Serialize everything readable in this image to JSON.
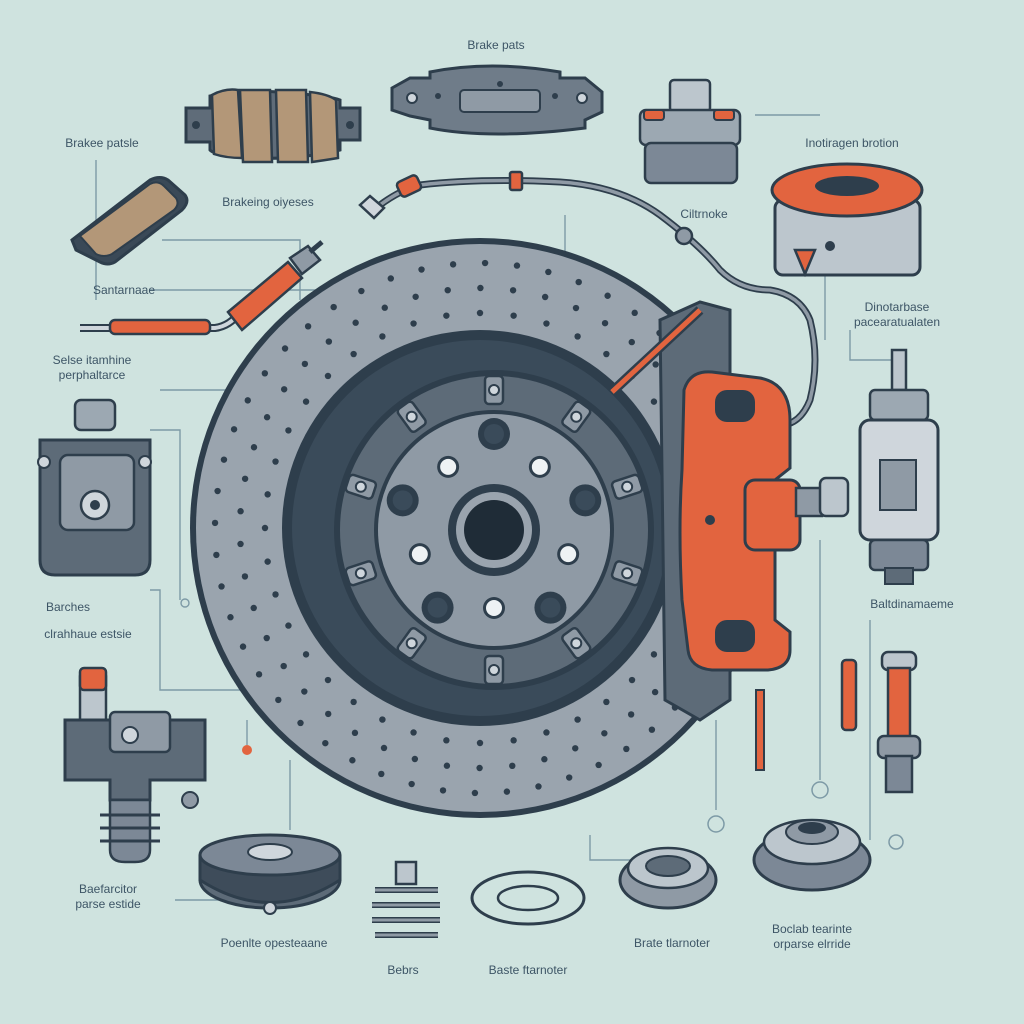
{
  "palette": {
    "background": "#cfe3df",
    "outline": "#2e3e4c",
    "steel": "#8f9aa5",
    "steel_dark": "#5d6b78",
    "hub": "#7c8896",
    "accent": "#e2643f",
    "pad": "#b39778",
    "leader": "#7d9aa6",
    "text": "#3d5566"
  },
  "labels": {
    "l1": "Brake pats",
    "l2": "Brakee patsle",
    "l3": "Brakeing oiyeses",
    "l4": "Ciltrnoke",
    "l5": "Inotiragen brotion",
    "l6": "Santarnaae",
    "l7a": "Selse itamhine",
    "l7b": "perphaltarce",
    "l8a": "Dinotarbase",
    "l8b": "pacearatualaten",
    "l9a": "Barches",
    "l9b": "clrahhaue estsie",
    "l10": "Baltdinamaeme",
    "l11a": "Baefarcitor",
    "l11b": "parse estide",
    "l12": "Poenlte opesteaane",
    "l13": "Bebrs",
    "l14": "Baste ftarnoter",
    "l15": "Brate tlarnoter",
    "l16a": "Boclab tearinte",
    "l16b": "orparse elrride"
  }
}
